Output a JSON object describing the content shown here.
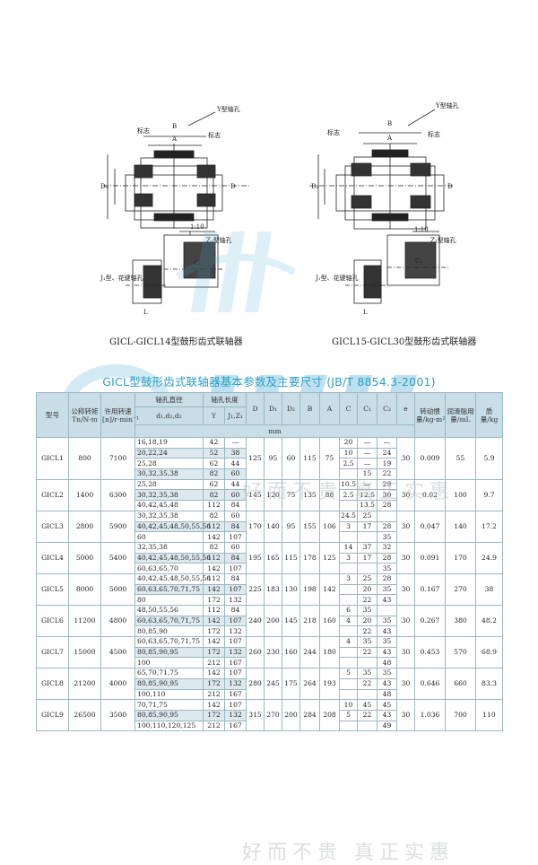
{
  "drawings": {
    "left_caption": "GICL-GICL14型鼓形齿式联轴器",
    "right_caption": "GICL15-GICL30型鼓形齿式联轴器",
    "labels": {
      "y_bore": "Y型轴孔",
      "mark": "标志",
      "a": "A",
      "b": "B",
      "c": "C",
      "d": "D",
      "d1": "D₁",
      "d2": "D₂",
      "d_small": "d₂",
      "d_z": "d₁",
      "e": "e",
      "c1": "C₁",
      "c2": "C₂",
      "l": "L",
      "l1": "L₁",
      "taper": "1:10",
      "z1_bore": "Z₁型轴孔",
      "j1_bore": "J₁型、花键轴孔"
    }
  },
  "table": {
    "title": "GICL型鼓形齿式联轴器基本参数及主要尺寸 (JB/T 8854.3-2001)",
    "headers": {
      "model": "型号",
      "torque": "公称转矩Tn/N·m",
      "speed": "许用转速[n]/r·min⁻¹",
      "bore_diameter": "轴孔直径",
      "bore_diameter_sub": "d₁,d₂,d₂",
      "bore_length": "轴孔长度",
      "y": "Y",
      "j1z1": "J₁,Z₁",
      "D": "D",
      "D1": "D₁",
      "D2": "D₂",
      "B": "B",
      "A": "A",
      "C": "C",
      "C1": "C₁",
      "C2": "C₂",
      "e": "e",
      "unit": "mm",
      "inertia": "转动惯量/kg·m²",
      "lube": "润滑脂用量/mL",
      "mass": "质量/kg"
    },
    "groups": [
      {
        "model": "GICL1",
        "torque": "800",
        "speed": "7100",
        "D": "125",
        "D1": "95",
        "D2": "60",
        "B": "115",
        "A": "75",
        "e": "30",
        "inertia": "0.009",
        "lube": "55",
        "mass": "5.9",
        "rows": [
          {
            "bore": "16,18,19",
            "y": "42",
            "j": "—",
            "c": "20",
            "c1": "—",
            "c2": "—"
          },
          {
            "bore": "20,22,24",
            "y": "52",
            "j": "38",
            "c": "10",
            "c1": "—",
            "c2": "24"
          },
          {
            "bore": "25,28",
            "y": "62",
            "j": "44",
            "c": "2.5",
            "c1": "—",
            "c2": "19"
          },
          {
            "bore": "30,32,35,38",
            "y": "82",
            "j": "60",
            "c": "",
            "c1": "15",
            "c2": "22"
          }
        ]
      },
      {
        "model": "GICL2",
        "torque": "1400",
        "speed": "6300",
        "D": "145",
        "D1": "120",
        "D2": "75",
        "B": "135",
        "A": "88",
        "e": "30",
        "inertia": "0.02",
        "lube": "100",
        "mass": "9.7",
        "rows": [
          {
            "bore": "25,28",
            "y": "62",
            "j": "44",
            "c": "10.5",
            "c1": "—",
            "c2": "29"
          },
          {
            "bore": "30,32,35,38",
            "y": "82",
            "j": "60",
            "c": "2.5",
            "c1": "12.5",
            "c2": "30"
          },
          {
            "bore": "40,42,45,48",
            "y": "112",
            "j": "84",
            "c": "",
            "c1": "13.5",
            "c2": "28"
          }
        ]
      },
      {
        "model": "GICL3",
        "torque": "2800",
        "speed": "5900",
        "D": "170",
        "D1": "140",
        "D2": "95",
        "B": "155",
        "A": "106",
        "e": "30",
        "inertia": "0.047",
        "lube": "140",
        "mass": "17.2",
        "rows": [
          {
            "bore": "30,32,35,38",
            "y": "82",
            "j": "60",
            "c": "24.5",
            "c1": "25",
            "c2": ""
          },
          {
            "bore": "40,42,45,48,50,55,56",
            "y": "112",
            "j": "84",
            "c": "3",
            "c1": "17",
            "c2": "28"
          },
          {
            "bore": "60",
            "y": "142",
            "j": "107",
            "c": "",
            "c1": "",
            "c2": "35"
          }
        ]
      },
      {
        "model": "GICL4",
        "torque": "5000",
        "speed": "5400",
        "D": "195",
        "D1": "165",
        "D2": "115",
        "B": "178",
        "A": "125",
        "e": "30",
        "inertia": "0.091",
        "lube": "170",
        "mass": "24.9",
        "rows": [
          {
            "bore": "32,35,38",
            "y": "82",
            "j": "60",
            "c": "14",
            "c1": "37",
            "c2": "32"
          },
          {
            "bore": "40,42,45,48,50,55,56",
            "y": "112",
            "j": "84",
            "c": "3",
            "c1": "17",
            "c2": "28"
          },
          {
            "bore": "60,63,65,70",
            "y": "142",
            "j": "107",
            "c": "",
            "c1": "",
            "c2": "35"
          }
        ]
      },
      {
        "model": "GICL5",
        "torque": "8000",
        "speed": "5000",
        "D": "225",
        "D1": "183",
        "D2": "130",
        "B": "198",
        "A": "142",
        "e": "30",
        "inertia": "0.167",
        "lube": "270",
        "mass": "38",
        "rows": [
          {
            "bore": "40,42,45,48,50,55,56",
            "y": "112",
            "j": "84",
            "c": "3",
            "c1": "25",
            "c2": "28"
          },
          {
            "bore": "60,63,65,70,71,75",
            "y": "142",
            "j": "107",
            "c": "",
            "c1": "20",
            "c2": "35"
          },
          {
            "bore": "80",
            "y": "172",
            "j": "132",
            "c": "",
            "c1": "22",
            "c2": "43"
          }
        ]
      },
      {
        "model": "GICL6",
        "torque": "11200",
        "speed": "4800",
        "D": "240",
        "D1": "200",
        "D2": "145",
        "B": "218",
        "A": "160",
        "e": "30",
        "inertia": "0.267",
        "lube": "380",
        "mass": "48.2",
        "rows": [
          {
            "bore": "48,50,55,56",
            "y": "112",
            "j": "84",
            "c": "6",
            "c1": "35",
            "c2": ""
          },
          {
            "bore": "60,63,65,70,71,75",
            "y": "142",
            "j": "107",
            "c": "4",
            "c1": "20",
            "c2": "35"
          },
          {
            "bore": "80,85,90",
            "y": "172",
            "j": "132",
            "c": "",
            "c1": "22",
            "c2": "43"
          }
        ]
      },
      {
        "model": "GICL7",
        "torque": "15000",
        "speed": "4500",
        "D": "260",
        "D1": "230",
        "D2": "160",
        "B": "244",
        "A": "180",
        "e": "30",
        "inertia": "0.453",
        "lube": "570",
        "mass": "68.9",
        "rows": [
          {
            "bore": "60,63,65,70,71,75",
            "y": "142",
            "j": "107",
            "c": "4",
            "c1": "35",
            "c2": "35"
          },
          {
            "bore": "80,85,90,95",
            "y": "172",
            "j": "132",
            "c": "",
            "c1": "22",
            "c2": "43"
          },
          {
            "bore": "100",
            "y": "212",
            "j": "167",
            "c": "",
            "c1": "",
            "c2": "48"
          }
        ]
      },
      {
        "model": "GICL8",
        "torque": "21200",
        "speed": "4000",
        "D": "280",
        "D1": "245",
        "D2": "175",
        "B": "264",
        "A": "193",
        "e": "30",
        "inertia": "0.646",
        "lube": "660",
        "mass": "83.3",
        "rows": [
          {
            "bore": "65,70,71,75",
            "y": "142",
            "j": "107",
            "c": "5",
            "c1": "35",
            "c2": "35"
          },
          {
            "bore": "80,85,90,95",
            "y": "172",
            "j": "132",
            "c": "",
            "c1": "22",
            "c2": "43"
          },
          {
            "bore": "100,110",
            "y": "212",
            "j": "167",
            "c": "",
            "c1": "",
            "c2": "48"
          }
        ]
      },
      {
        "model": "GICL9",
        "torque": "26500",
        "speed": "3500",
        "D": "315",
        "D1": "270",
        "D2": "200",
        "B": "284",
        "A": "208",
        "e": "30",
        "inertia": "1.036",
        "lube": "700",
        "mass": "110",
        "rows": [
          {
            "bore": "70,71,75",
            "y": "142",
            "j": "107",
            "c": "10",
            "c1": "45",
            "c2": "45"
          },
          {
            "bore": "80,85,90,95",
            "y": "172",
            "j": "132",
            "c": "5",
            "c1": "22",
            "c2": "43"
          },
          {
            "bore": "100,110,120,125",
            "y": "212",
            "j": "167",
            "c": "",
            "c1": "",
            "c2": "49"
          }
        ]
      }
    ]
  },
  "watermark": {
    "slogan": "好而不贵 真正实惠"
  },
  "colors": {
    "header_bg": "#c8dde6",
    "shade_bg": "#dde9ee",
    "title_color": "#2a9ec6",
    "line": "#9ab7c3"
  }
}
